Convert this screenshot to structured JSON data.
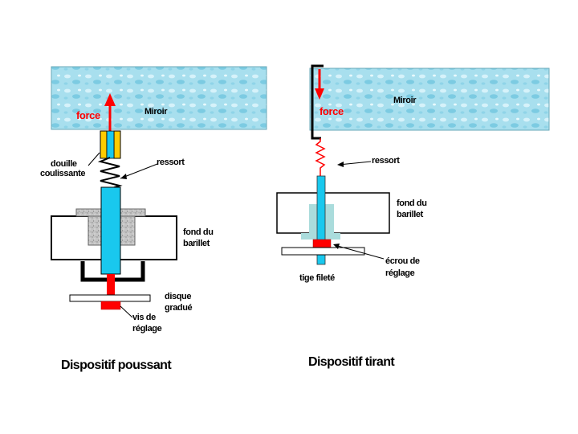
{
  "colors": {
    "mirror": "#a8dfee",
    "rod": "#19c8ee",
    "force": "#ff0000",
    "screw": "#ff0000",
    "bushing": "#ffcc00",
    "nut_block": "#aadcdc",
    "granite": "#c4c4c4"
  },
  "left": {
    "mirror_label": "Miroir",
    "force_label": "force",
    "bushing_label": [
      "douille",
      "coulissante"
    ],
    "spring_label": "ressort",
    "barrel_label": [
      "fond du",
      "barillet"
    ],
    "disk_label": [
      "disque",
      "gradué"
    ],
    "screw_label": [
      "vis de",
      "réglage"
    ],
    "caption": "Dispositif poussant"
  },
  "right": {
    "mirror_label": "Miroir",
    "force_label": "force",
    "spring_label": "ressort",
    "barrel_label": [
      "fond du",
      "barillet"
    ],
    "nut_label": [
      "écrou de",
      "réglage"
    ],
    "rod_label": "tige fileté",
    "caption": "Dispositif tirant"
  }
}
